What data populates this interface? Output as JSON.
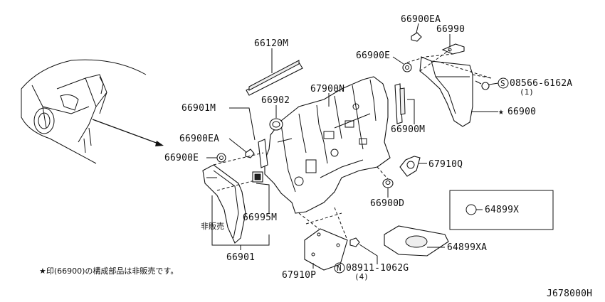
{
  "labels": {
    "p66120M": "66120M",
    "p66900EA_top": "66900EA",
    "p66990": "66990",
    "p66900E_top": "66900E",
    "p67900N": "67900N",
    "p66902": "66902",
    "p66901M": "66901M",
    "p08566": "08566-6162A",
    "p08566_qty": "(1)",
    "p66900": "66900",
    "p66900M": "66900M",
    "p66900EA_left": "66900EA",
    "p66900E_left": "66900E",
    "p67910Q": "67910Q",
    "p66900D": "66900D",
    "p64899X": "64899X",
    "p66995M": "66995M",
    "not_for_sale": "非販売",
    "p66901": "66901",
    "p64899XA": "64899XA",
    "p08911": "08911-1062G",
    "p08911_qty": "(4)",
    "p67910P": "67910P"
  },
  "symbols": {
    "star": "★",
    "circle_s": "S",
    "circle_n": "N"
  },
  "footnote": "★印(66900)の構成部品は非販売です。",
  "diagram_code": "J678000H"
}
